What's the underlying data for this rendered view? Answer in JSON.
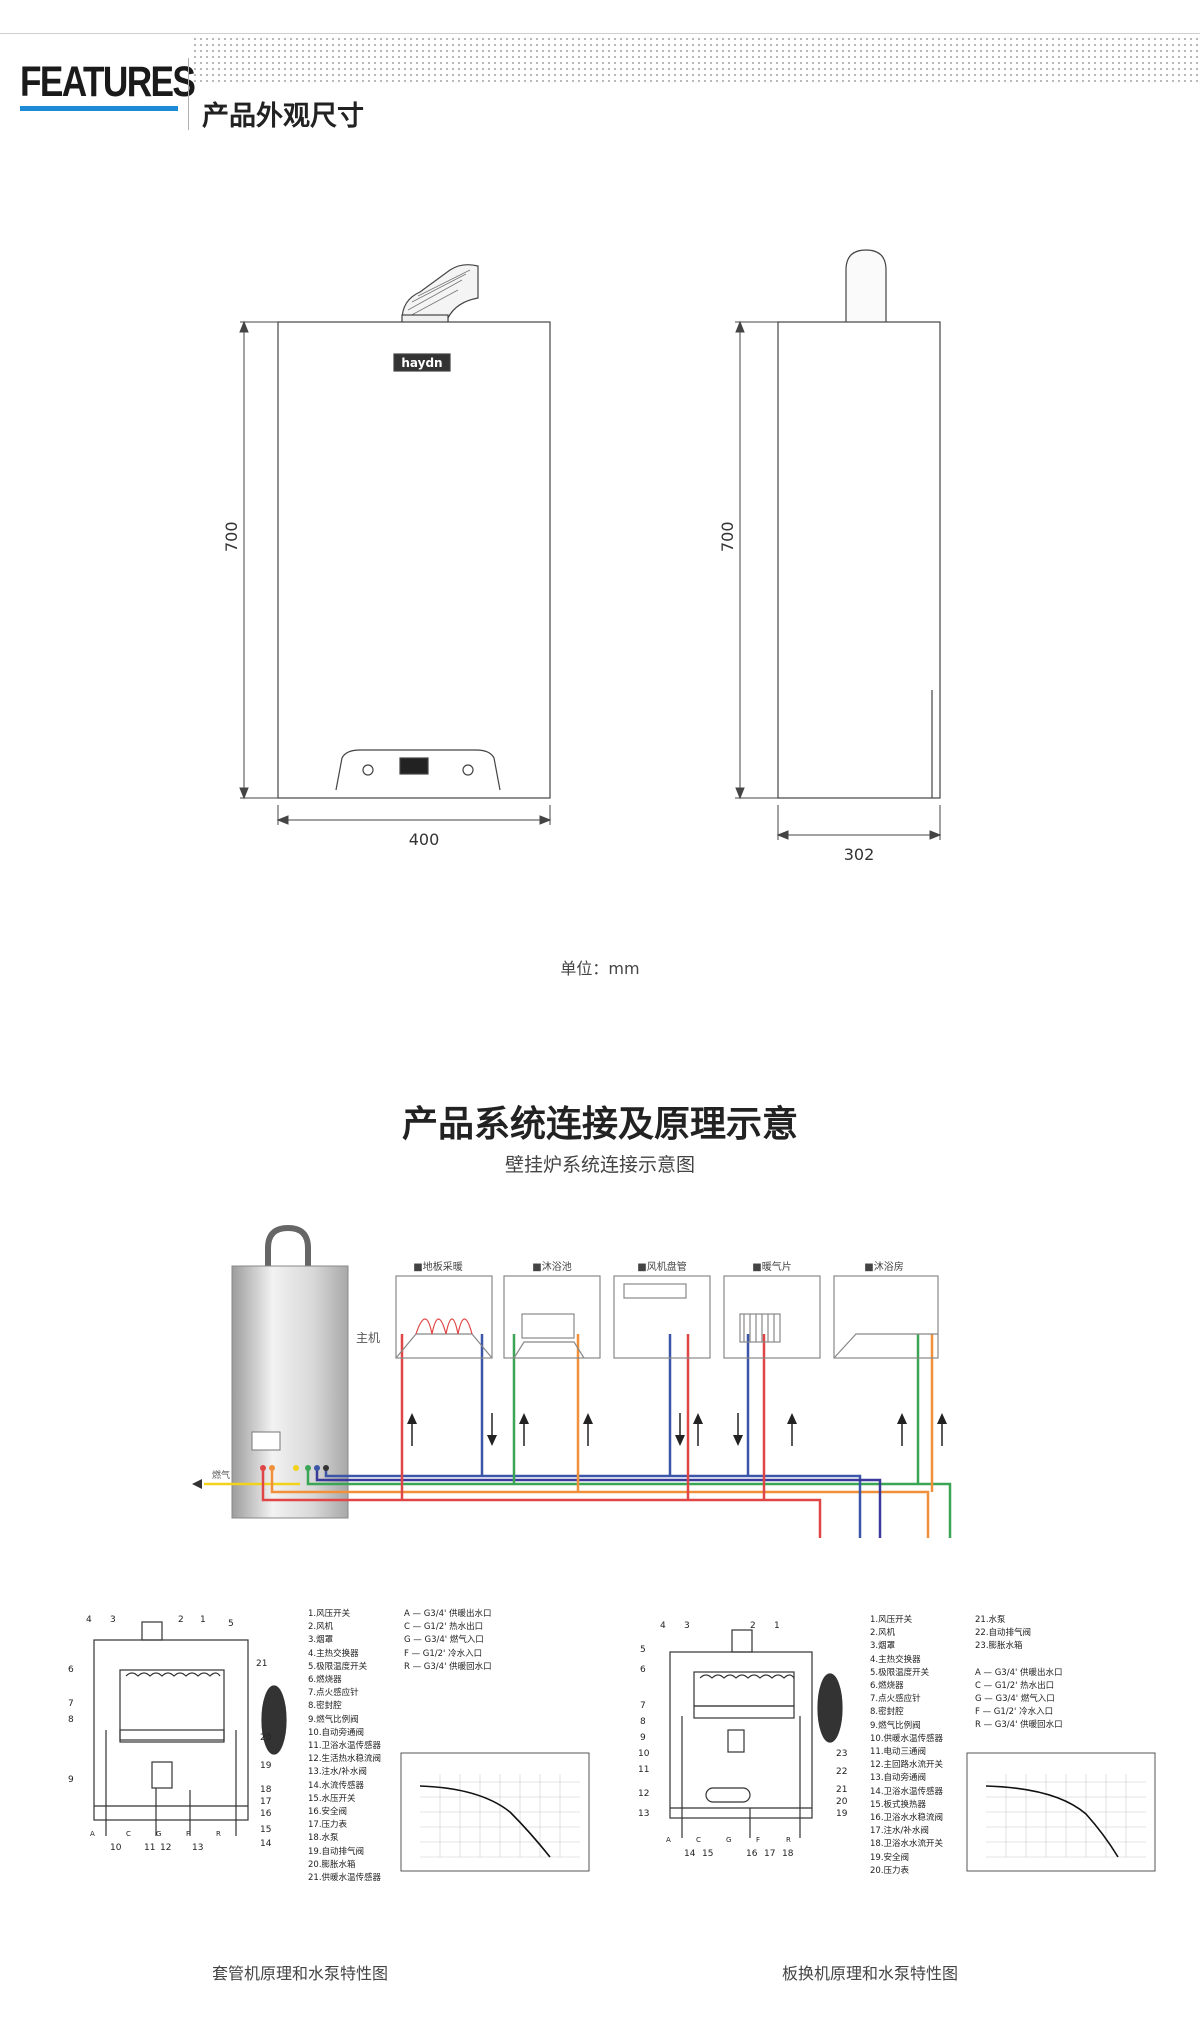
{
  "header": {
    "features_label": "FEATURES",
    "section_title": "产品外观尺寸"
  },
  "dimensions": {
    "front_height": "700",
    "front_width": "400",
    "side_height": "700",
    "side_depth": "302",
    "brand": "haydn",
    "unit_label": "单位：mm"
  },
  "system": {
    "title": "产品系统连接及原理示意",
    "subtitle": "壁挂炉系统连接示意图",
    "main_unit_label": "主机",
    "gas_label": "燃气",
    "rooms": [
      "■地板采暖",
      "■沐浴池",
      "■风机盘管",
      "■暖气片",
      "■沐浴房"
    ]
  },
  "diagram_left": {
    "caption": "套管机原理和水泵特性图",
    "parts": [
      "1.风压开关",
      "2.风机",
      "3.烟罩",
      "4.主热交换器",
      "5.极限温度开关",
      "6.燃烧器",
      "7.点火感应针",
      "8.密封腔",
      "9.燃气比例阀",
      "10.自动旁通阀",
      "11.卫浴水温传感器",
      "12.生活热水稳流阀",
      "13.注水/补水阀",
      "14.水流传感器",
      "15.水压开关",
      "16.安全阀",
      "17.压力表",
      "18.水泵",
      "19.自动排气阀",
      "20.膨胀水箱",
      "21.供暖水温传感器"
    ],
    "ports": [
      "A — G3/4' 供暖出水口",
      "C — G1/2' 热水出口",
      "G — G3/4' 燃气入口",
      "F — G1/2' 冷水入口",
      "R — G3/4' 供暖回水口"
    ],
    "callouts_top": [
      "4",
      "3",
      "2",
      "1",
      "5"
    ],
    "callouts_left": [
      "6",
      "7",
      "8",
      "9"
    ],
    "callouts_right": [
      "21",
      "20",
      "19",
      "18",
      "17",
      "16",
      "15",
      "14"
    ],
    "callouts_bottom": [
      "A",
      "C",
      "G",
      "F",
      "R",
      "10",
      "11",
      "12",
      "13"
    ]
  },
  "diagram_right": {
    "caption": "板换机原理和水泵特性图",
    "parts": [
      "1.风压开关",
      "2.风机",
      "3.烟罩",
      "4.主热交换器",
      "5.极限温度开关",
      "6.燃烧器",
      "7.点火感应针",
      "8.密封腔",
      "9.燃气比例阀",
      "10.供暖水温传感器",
      "11.电动三通阀",
      "12.主回路水流开关",
      "13.自动旁通阀",
      "14.卫浴水温传感器",
      "15.板式换热器",
      "16.卫浴水水稳流阀",
      "17.注水/补水阀",
      "18.卫浴水水流开关",
      "19.安全阀",
      "20.压力表"
    ],
    "parts_extra": [
      "21.水泵",
      "22.自动排气阀",
      "23.膨胀水箱"
    ],
    "ports": [
      "A — G3/4' 供暖出水口",
      "C — G1/2' 热水出口",
      "G — G3/4' 燃气入口",
      "F — G1/2' 冷水入口",
      "R — G3/4' 供暖回水口"
    ],
    "callouts_top": [
      "4",
      "3",
      "2",
      "1"
    ],
    "callouts_left": [
      "5",
      "6",
      "7",
      "8",
      "9",
      "10",
      "11",
      "12",
      "13"
    ],
    "callouts_right": [
      "23",
      "22",
      "21",
      "20",
      "19"
    ],
    "callouts_bottom": [
      "A",
      "C",
      "G",
      "F",
      "R",
      "14",
      "15",
      "16",
      "17",
      "18"
    ]
  },
  "colors": {
    "accent_blue": "#1d8ad6",
    "pipe_red": "#e04646",
    "pipe_orange": "#f0903a",
    "pipe_green": "#3aa655",
    "pipe_blue": "#3b55a8",
    "pipe_yellow": "#f2d21b"
  }
}
